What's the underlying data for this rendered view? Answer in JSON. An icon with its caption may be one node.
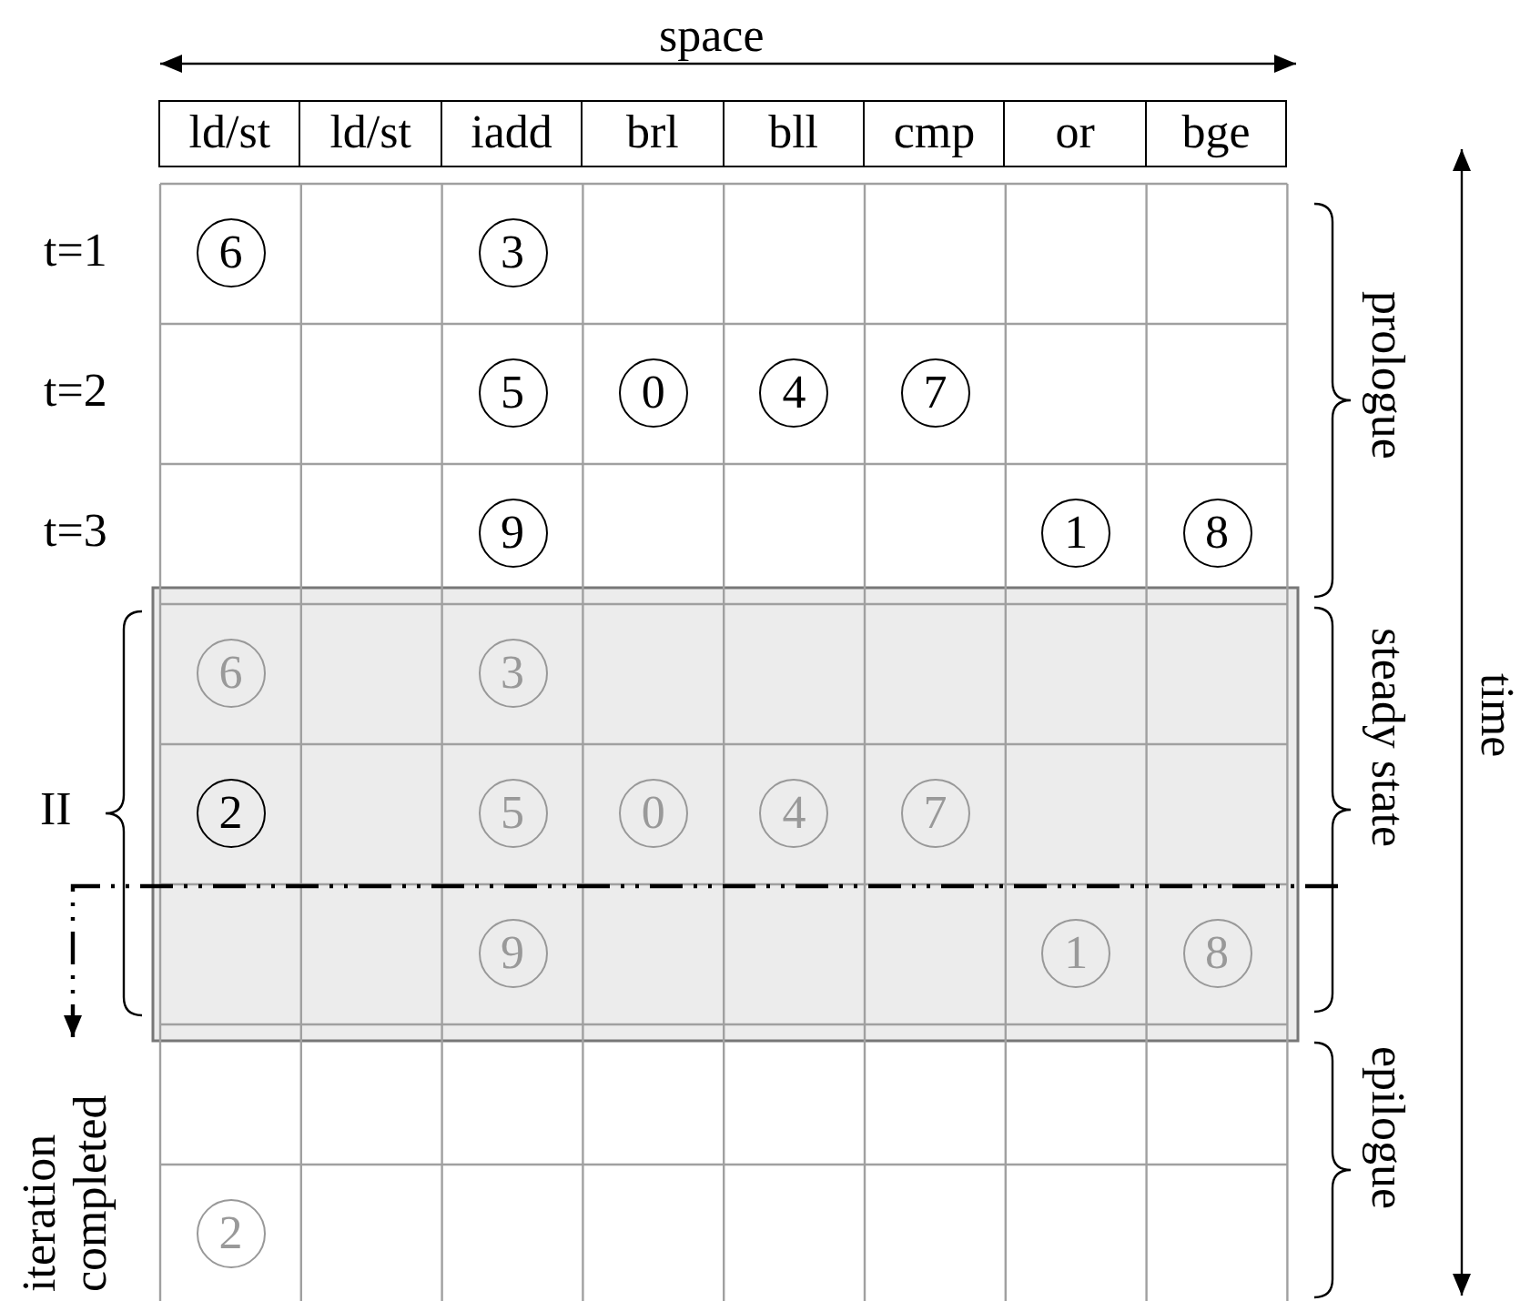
{
  "diagram": {
    "nodes": [
      {
        "text": [
          "6"
        ]
      },
      {
        "text": [
          "3"
        ]
      },
      {
        "text": [
          "5"
        ]
      },
      {
        "text": [
          "0"
        ]
      },
      {
        "text": [
          "4"
        ]
      },
      {
        "text": [
          "7"
        ]
      },
      {
        "text": [
          "9"
        ]
      },
      {
        "text": [
          "1"
        ]
      },
      {
        "text": [
          "8"
        ]
      },
      {
        "text": [
          "6"
        ]
      },
      {
        "text": [
          "3"
        ]
      },
      {
        "text": [
          "2"
        ]
      },
      {
        "text": [
          "5"
        ]
      },
      {
        "text": [
          "0"
        ]
      },
      {
        "text": [
          "4"
        ]
      },
      {
        "text": [
          "7"
        ]
      },
      {
        "text": [
          "9"
        ]
      },
      {
        "text": [
          "1"
        ]
      },
      {
        "text": [
          "8"
        ]
      },
      {
        "text": [
          "2"
        ]
      }
    ],
    "labels": [
      "space",
      "ld/st",
      "ld/st",
      "iadd",
      "brl",
      "bll",
      "cmp",
      "or",
      "bge",
      "t=1",
      "t=2",
      "t=3",
      "prologue",
      "time",
      "steady state",
      "II",
      "iteration completed",
      "epilogue"
    ]
  }
}
